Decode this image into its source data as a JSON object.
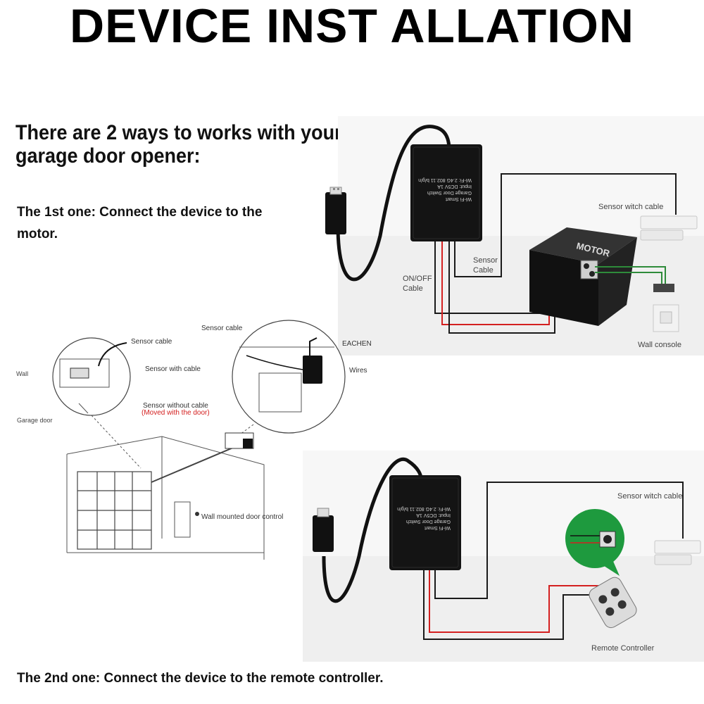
{
  "title": "DEVICE INST ALLATION",
  "intro": {
    "line1": "There are 2 ways to works with your",
    "line2": "garage door opener:"
  },
  "way1": {
    "line1": "The 1st one: Connect the device to the",
    "line2": "motor."
  },
  "way2": {
    "text": "The 2nd one: Connect the device to the remote controller."
  },
  "device": {
    "label_line1": "Wi-Fi Smart",
    "label_line2": "Garage Door Switch",
    "label_line3": "Input: DC5V 1A",
    "label_line4": "Wi-Fi: 2.4G 802.11 b/g/n"
  },
  "diagram1": {
    "sensor_witch_cable": "Sensor witch cable",
    "motor": "MOTOR",
    "sensor_cable_line1": "Sensor",
    "sensor_cable_line2": "Cable",
    "onoff_line1": "ON/OFF",
    "onoff_line2": "Cable",
    "wall_console": "Wall console"
  },
  "garage_sketch": {
    "sensor_cable_left": "Sensor cable",
    "sensor_with_cable": "Sensor with cable",
    "wall": "Wall",
    "sensor_without_cable": "Sensor without cable",
    "moved_with_door": "(Moved with the door)",
    "garage_door": "Garage door",
    "sensor_cable_right": "Sensor cable",
    "eachen": "EACHEN",
    "wires": "Wires",
    "wall_mounted": "Wall mounted door control"
  },
  "diagram2": {
    "sensor_witch_cable": "Sensor witch cable",
    "remote_controller": "Remote Controller"
  },
  "colors": {
    "wire_black": "#1a1a1a",
    "wire_red": "#d42020",
    "wire_green": "#2e8b3a",
    "device_body": "#141414",
    "bubble_green": "#1e9a3e",
    "sensor_white": "#f1f1f1"
  }
}
